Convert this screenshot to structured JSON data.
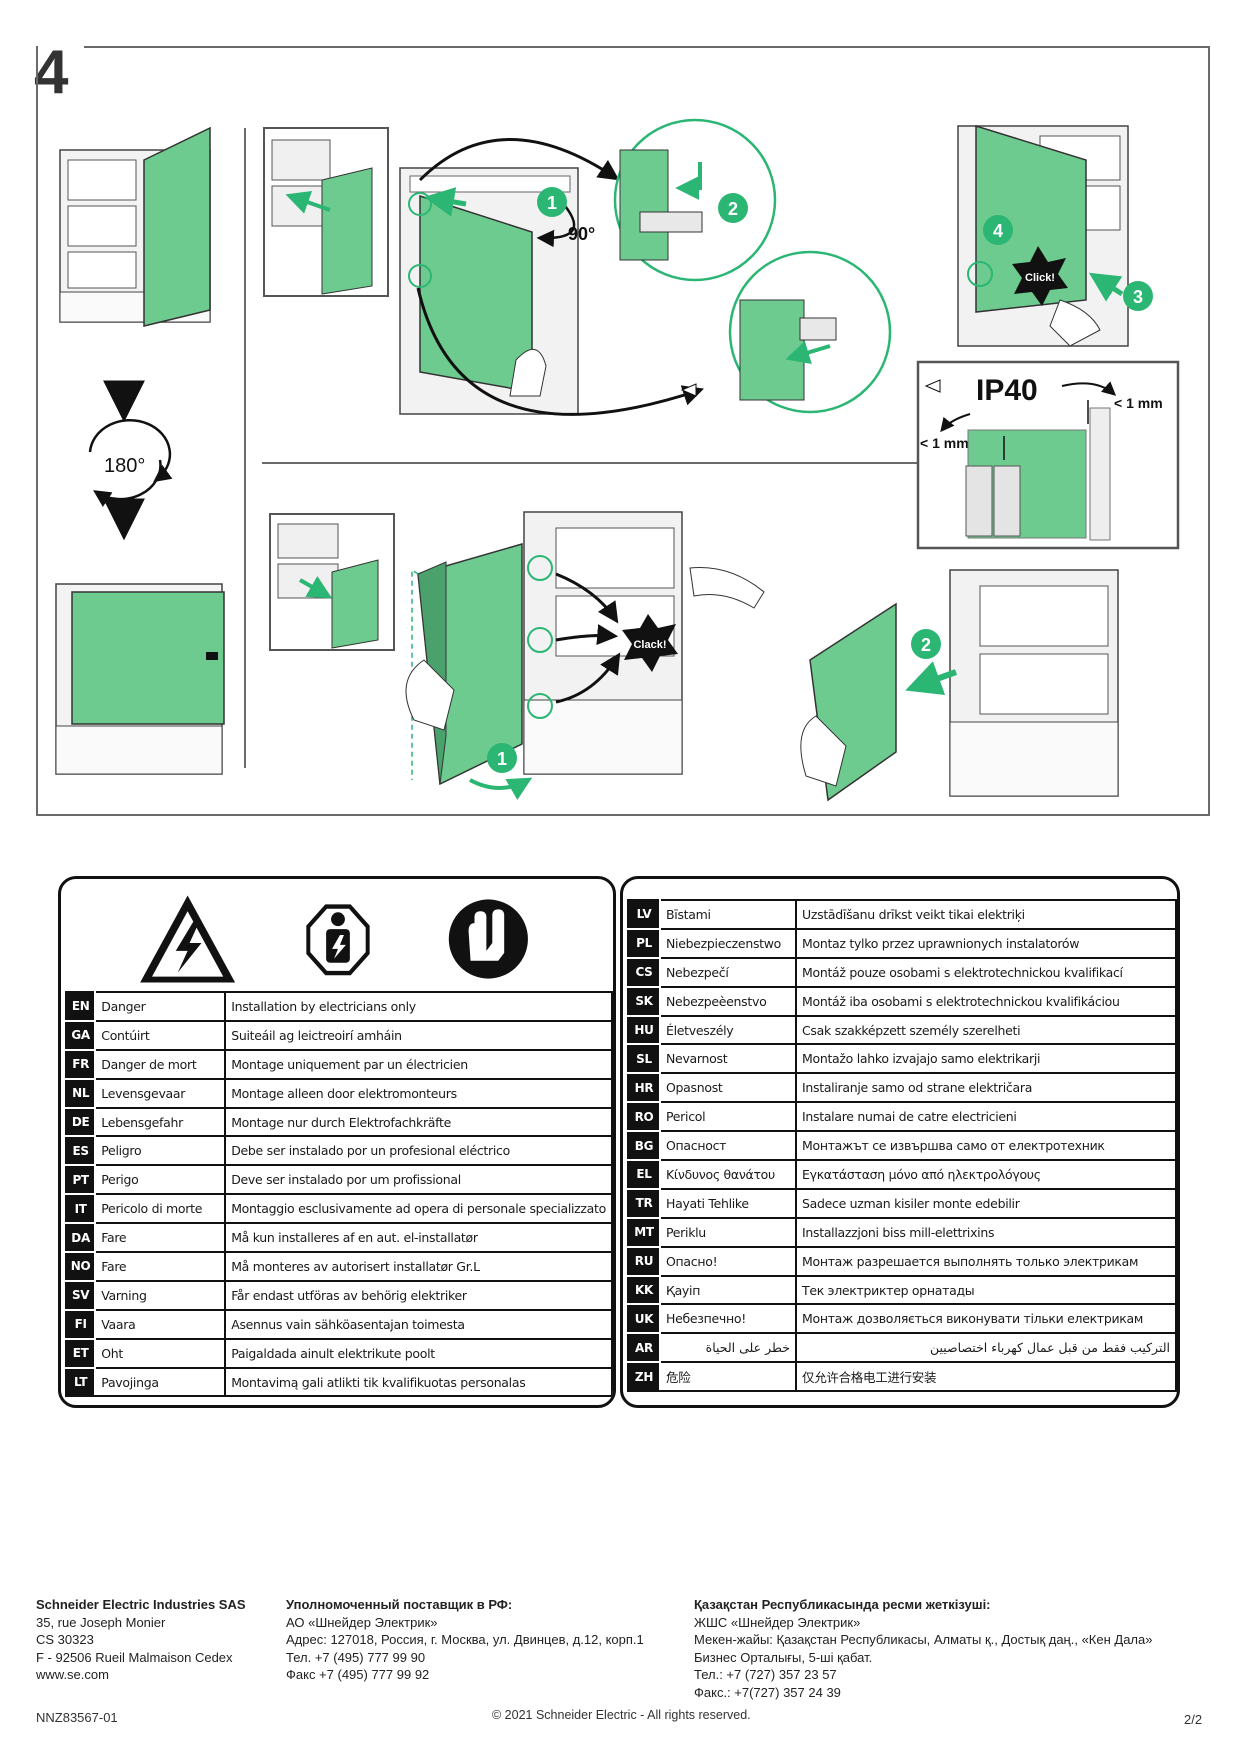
{
  "step": {
    "number": "4"
  },
  "illustrations": {
    "rotation_label": "180°",
    "angle_label": "90°",
    "click_label_1": "Click!",
    "click_label_2": "Clack!",
    "ip_label": "IP40",
    "mm_label_1": "< 1 mm",
    "mm_label_2": "< 1 mm",
    "callouts": [
      "1",
      "2",
      "3",
      "4",
      "1",
      "2"
    ],
    "accent_color": "#2bb673",
    "panel_color": "#6ecb8f"
  },
  "warnings": {
    "icons": [
      "electric-hazard-icon",
      "qualified-person-icon",
      "gloves-icon"
    ],
    "left_rows": [
      {
        "code": "EN",
        "hazard": "Danger",
        "text": "Installation by electricians only"
      },
      {
        "code": "GA",
        "hazard": "Contúirt",
        "text": "Suiteáil ag leictreoirí amháin"
      },
      {
        "code": "FR",
        "hazard": "Danger de mort",
        "text": "Montage uniquement par un électricien"
      },
      {
        "code": "NL",
        "hazard": "Levensgevaar",
        "text": "Montage alleen door elektromonteurs"
      },
      {
        "code": "DE",
        "hazard": "Lebensgefahr",
        "text": "Montage nur durch Elektrofachkräfte"
      },
      {
        "code": "ES",
        "hazard": "Peligro",
        "text": "Debe ser instalado por un profesional eléctrico"
      },
      {
        "code": "PT",
        "hazard": "Perigo",
        "text": "Deve ser instalado por um profissional"
      },
      {
        "code": "IT",
        "hazard": "Pericolo di morte",
        "text": "Montaggio esclusivamente ad opera di personale specializzato"
      },
      {
        "code": "DA",
        "hazard": "Fare",
        "text": "Må kun installeres af en aut. el-installatør"
      },
      {
        "code": "NO",
        "hazard": "Fare",
        "text": "Må monteres av autorisert installatør Gr.L"
      },
      {
        "code": "SV",
        "hazard": "Varning",
        "text": "Får endast utföras av behörig elektriker"
      },
      {
        "code": "FI",
        "hazard": "Vaara",
        "text": "Asennus vain sähköasentajan toimesta"
      },
      {
        "code": "ET",
        "hazard": "Oht",
        "text": "Paigaldada ainult elektrikute poolt"
      },
      {
        "code": "LT",
        "hazard": "Pavojinga",
        "text": "Montavimą gali atlikti tik kvalifikuotas personalas"
      }
    ],
    "right_rows": [
      {
        "code": "LV",
        "hazard": "Bīstami",
        "text": "Uzstādīšanu drīkst veikt tikai elektriķi"
      },
      {
        "code": "PL",
        "hazard": "Niebezpieczenstwo",
        "text": "Montaz tylko przez uprawnionych instalatorów"
      },
      {
        "code": "CS",
        "hazard": "Nebezpečí",
        "text": "Montáž pouze osobami s elektrotechnickou kvalifikací"
      },
      {
        "code": "SK",
        "hazard": "Nebezpeèenstvo",
        "text": "Montáž iba osobami s elektrotechnickou kvalifikáciou"
      },
      {
        "code": "HU",
        "hazard": "Életveszély",
        "text": "Csak szakképzett személy szerelheti"
      },
      {
        "code": "SL",
        "hazard": "Nevarnost",
        "text": "Montažo lahko izvajajo samo elektrikarji"
      },
      {
        "code": "HR",
        "hazard": "Opasnost",
        "text": "Instaliranje samo od strane električara"
      },
      {
        "code": "RO",
        "hazard": "Pericol",
        "text": "Instalare numai de catre electricieni"
      },
      {
        "code": "BG",
        "hazard": "Опасност",
        "text": "Монтажът се извършва само от електротехник"
      },
      {
        "code": "EL",
        "hazard": "Κίνδυνος θανάτου",
        "text": "Εγκατάσταση μόνο από ηλεκτρολόγους"
      },
      {
        "code": "TR",
        "hazard": "Hayati Tehlike",
        "text": "Sadece uzman kisiler monte edebilir"
      },
      {
        "code": "MT",
        "hazard": "Periklu",
        "text": "Installazzjoni biss mill-elettrixins"
      },
      {
        "code": "RU",
        "hazard": "Опасно!",
        "text": "Монтаж разрешается выполнять только электрикам"
      },
      {
        "code": "KK",
        "hazard": "Қауіп",
        "text": "Тек электриктер орнатады"
      },
      {
        "code": "UK",
        "hazard": "Небезпечно!",
        "text": "Монтаж дозволяється виконувати тільки електрикам"
      },
      {
        "code": "AR",
        "hazard": "خطر على الحياة",
        "text": "التركيب فقط من قبل عمال كهرباء اختصاصيين"
      },
      {
        "code": "ZH",
        "hazard": "危险",
        "text": "仅允许合格电工进行安装"
      }
    ]
  },
  "footer": {
    "col1": {
      "heading": "Schneider Electric Industries SAS",
      "lines": [
        "35, rue Joseph Monier",
        "CS 30323",
        "F - 92506 Rueil Malmaison Cedex",
        "www.se.com"
      ]
    },
    "col2": {
      "heading": "Уполномоченный поставщик в РФ:",
      "lines": [
        "АО «Шнейдер Электрик»",
        "Адрес: 127018, Россия, г. Москва, ул. Двинцев, д.12, корп.1",
        "Тел.  +7 (495) 777 99 90",
        "Факс +7 (495) 777 99 92"
      ]
    },
    "col3": {
      "heading": "Қазақстан Республикасында ресми жеткізуші:",
      "lines": [
        "ЖШС «Шнейдер Электрик»",
        "Мекен-жайы: Қазақстан Республикасы, Алматы қ., Достық даң., «Кен Дала»",
        "Бизнес Орталығы, 5-ші қабат.",
        "Тел.: +7 (727) 357 23 57",
        "Факс.: +7(727) 357 24 39"
      ]
    },
    "doc_code": "NNZ83567-01",
    "copyright": "© 2021 Schneider Electric - All rights reserved.",
    "page": "2/2"
  }
}
